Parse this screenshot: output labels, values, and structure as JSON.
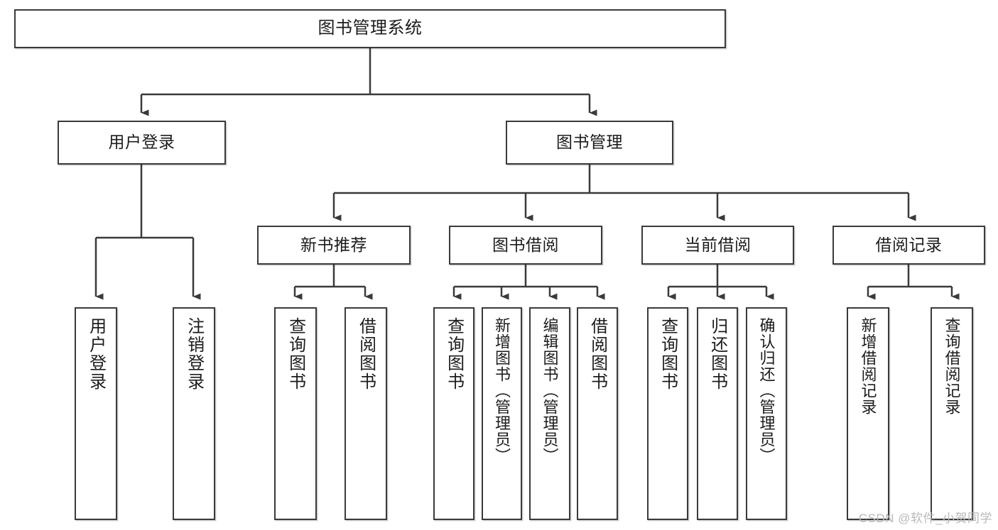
{
  "diagram": {
    "title": "图书管理系统",
    "watermark": "CSDN @软件_小贺同学",
    "accent_color": "#3a3a3a",
    "background_color": "#ffffff",
    "nodes": {
      "root": {
        "label": "图书管理系统"
      },
      "level1": [
        {
          "id": "user-login",
          "label": "用户登录"
        },
        {
          "id": "book-management",
          "label": "图书管理"
        }
      ],
      "level2": [
        {
          "id": "new-book-recommend",
          "label": "新书推荐"
        },
        {
          "id": "book-borrow",
          "label": "图书借阅"
        },
        {
          "id": "current-borrow",
          "label": "当前借阅"
        },
        {
          "id": "borrow-record",
          "label": "借阅记录"
        }
      ],
      "leaves": {
        "user_login": [
          {
            "id": "leaf-user-login",
            "label": "用户登录"
          },
          {
            "id": "leaf-logout-login",
            "label": "注销登录"
          }
        ],
        "new_book_recommend": [
          {
            "id": "leaf-query-book-1",
            "label": "查询图书"
          },
          {
            "id": "leaf-borrow-book-1",
            "label": "借阅图书"
          }
        ],
        "book_borrow": [
          {
            "id": "leaf-query-book-2",
            "label": "查询图书"
          },
          {
            "id": "leaf-add-book",
            "label": "新增图书（管理员）"
          },
          {
            "id": "leaf-edit-book",
            "label": "编辑图书（管理员）"
          },
          {
            "id": "leaf-borrow-book-2",
            "label": "借阅图书"
          }
        ],
        "current_borrow": [
          {
            "id": "leaf-query-book-3",
            "label": "查询图书"
          },
          {
            "id": "leaf-return-book",
            "label": "归还图书"
          },
          {
            "id": "leaf-confirm-return",
            "label": "确认归还（管理员）"
          }
        ],
        "borrow_record": [
          {
            "id": "leaf-add-record",
            "label": "新增借阅记录"
          },
          {
            "id": "leaf-query-record",
            "label": "查询借阅记录"
          }
        ]
      }
    }
  }
}
